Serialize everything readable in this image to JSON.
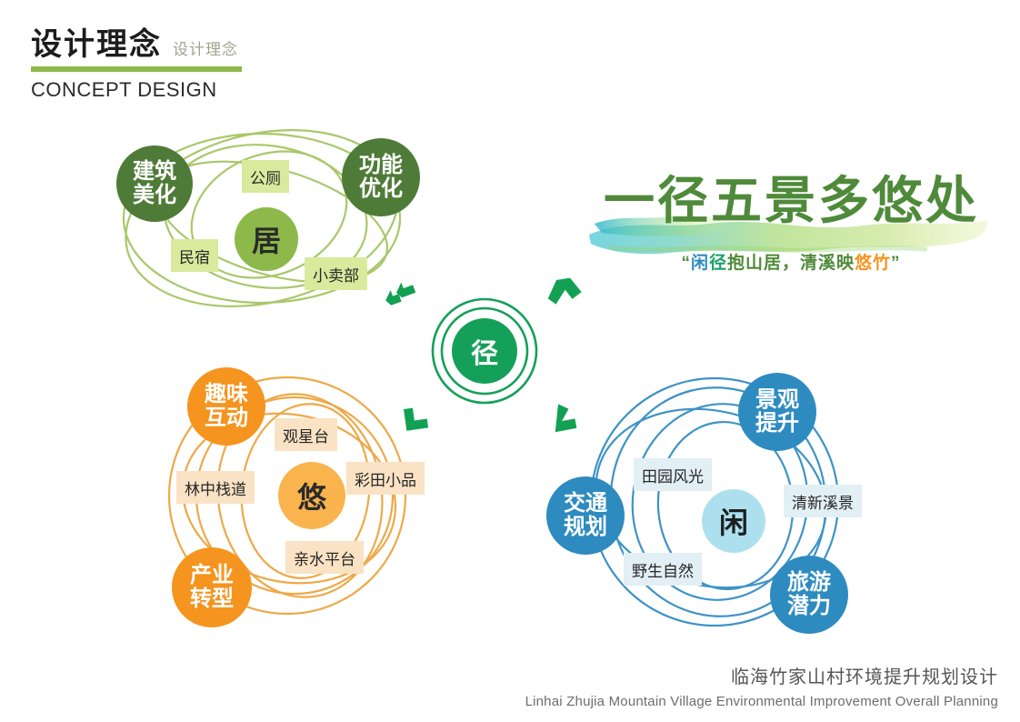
{
  "header": {
    "title_cn": "设计理念",
    "title_cn_sub": "设计理念",
    "title_en": "CONCEPT DESIGN",
    "bar_color": "#8cb94a"
  },
  "slogan": {
    "main": "一径五景多悠处",
    "main_color": "#4f8a3a",
    "sub_parts": [
      {
        "text": "“",
        "color": "#4f8a3a"
      },
      {
        "text": "闲",
        "color": "#2e8bc0"
      },
      {
        "text": "径",
        "color": "#1aa06a"
      },
      {
        "text": "抱山居，清溪映",
        "color": "#4f8a3a"
      },
      {
        "text": "悠竹",
        "color": "#f5941f"
      },
      {
        "text": "”",
        "color": "#4f8a3a"
      }
    ]
  },
  "hub": {
    "label": "径",
    "color": "#15a05a",
    "arrows": [
      "arrow-top-left",
      "arrow-top-right",
      "arrow-bottom-left",
      "arrow-bottom-right"
    ]
  },
  "groups": [
    {
      "id": "green",
      "core": "居",
      "core_color": "#8cb94a",
      "big_color": "#4f7b38",
      "chip_color": "#d9ea9d",
      "ring_color": "#a9c86a",
      "nodes": [
        {
          "label": "建筑\n美化",
          "line1": "建筑",
          "line2": "美化"
        },
        {
          "label": "功能\n优化",
          "line1": "功能",
          "line2": "优化"
        }
      ],
      "chips": [
        "公厕",
        "民宿",
        "小卖部"
      ]
    },
    {
      "id": "orange",
      "core": "悠",
      "core_color": "#f9b44d",
      "big_color": "#f5941f",
      "chip_color": "#fae3c4",
      "ring_color": "#eda948",
      "nodes": [
        {
          "label": "趣味\n互动",
          "line1": "趣味",
          "line2": "互动"
        },
        {
          "label": "产业\n转型",
          "line1": "产业",
          "line2": "转型"
        }
      ],
      "chips": [
        "观星台",
        "林中栈道",
        "彩田小品",
        "亲水平台"
      ]
    },
    {
      "id": "blue",
      "core": "闲",
      "core_color": "#ade0ef",
      "big_color": "#2e8bc0",
      "chip_color": "#e2eff5",
      "ring_color": "#3e93c6",
      "nodes": [
        {
          "label": "景观\n提升",
          "line1": "景观",
          "line2": "提升"
        },
        {
          "label": "交通\n规划",
          "line1": "交通",
          "line2": "规划"
        },
        {
          "label": "旅游\n潜力",
          "line1": "旅游",
          "line2": "潜力"
        }
      ],
      "chips": [
        "田园风光",
        "清新溪景",
        "野生自然"
      ]
    }
  ],
  "footer": {
    "cn": "临海竹家山村环境提升规划设计",
    "en": "Linhai Zhujia Mountain Village Environmental Improvement Overall Planning"
  }
}
